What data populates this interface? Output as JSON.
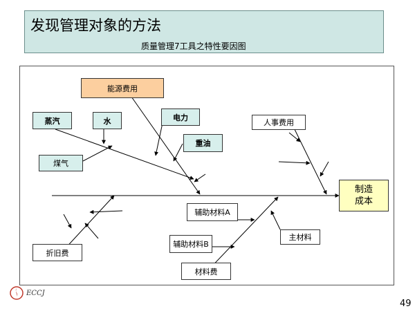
{
  "title": "发现管理对象的方法",
  "subtitle": "质量管理7工具之特性要因图",
  "effect_line1": "制造",
  "effect_line2": "成本",
  "causes": {
    "energy": "能源费用",
    "steam": "蒸汽",
    "water": "水",
    "electricity": "电力",
    "heavy_oil": "重油",
    "gas": "煤气",
    "personnel": "人事费用",
    "depreciation": "折旧费",
    "aux_a": "辅助材料A",
    "aux_b": "辅助材料B",
    "main_material": "主材料",
    "material_cost": "材料费"
  },
  "logo_text": "ECCJ",
  "page_number": "49"
}
